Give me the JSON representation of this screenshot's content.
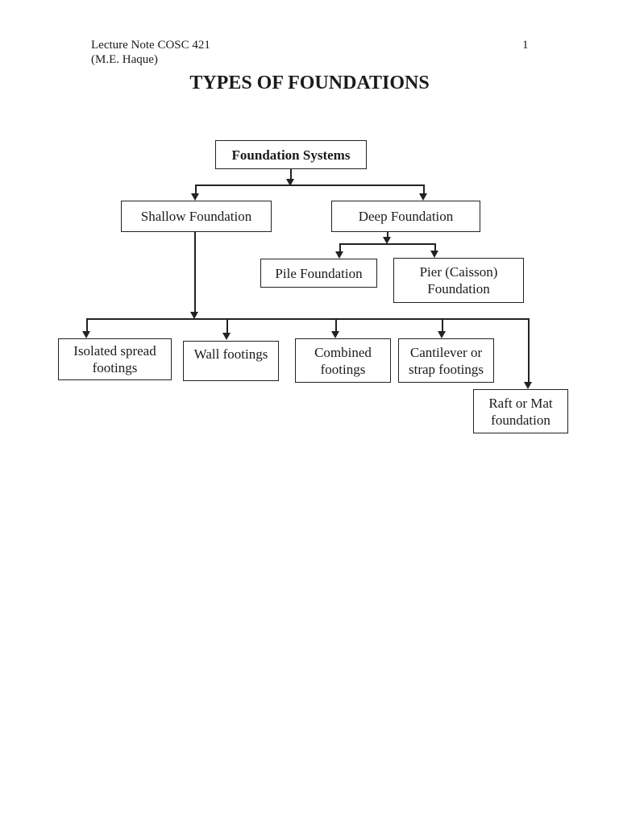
{
  "document": {
    "header": {
      "line1": "Lecture Note COSC 421",
      "line2": "(M.E. Haque)",
      "page_number": "1"
    },
    "title": "TYPES OF FOUNDATIONS"
  },
  "diagram": {
    "type": "hierarchy-flowchart",
    "nodes": {
      "root": "Foundation Systems",
      "shallow": "Shallow Foundation",
      "deep": "Deep Foundation",
      "pile": "Pile Foundation",
      "pier": "Pier (Caisson) Foundation",
      "isolated": "Isolated spread footings",
      "wall": "Wall footings",
      "combined": "Combined footings",
      "cantilever": "Cantilever or strap footings",
      "raft": "Raft or Mat foundation"
    },
    "edges": [
      [
        "Foundation Systems",
        "Shallow Foundation"
      ],
      [
        "Foundation Systems",
        "Deep Foundation"
      ],
      [
        "Deep Foundation",
        "Pile Foundation"
      ],
      [
        "Deep Foundation",
        "Pier (Caisson) Foundation"
      ],
      [
        "Shallow Foundation",
        "Isolated spread footings"
      ],
      [
        "Shallow Foundation",
        "Wall footings"
      ],
      [
        "Shallow Foundation",
        "Combined footings"
      ],
      [
        "Shallow Foundation",
        "Cantilever or strap footings"
      ],
      [
        "Shallow Foundation",
        "Raft or Mat foundation"
      ]
    ]
  },
  "colors": {
    "ink": "#1b1b1b",
    "line": "#222222",
    "page_background": "#ffffff"
  }
}
